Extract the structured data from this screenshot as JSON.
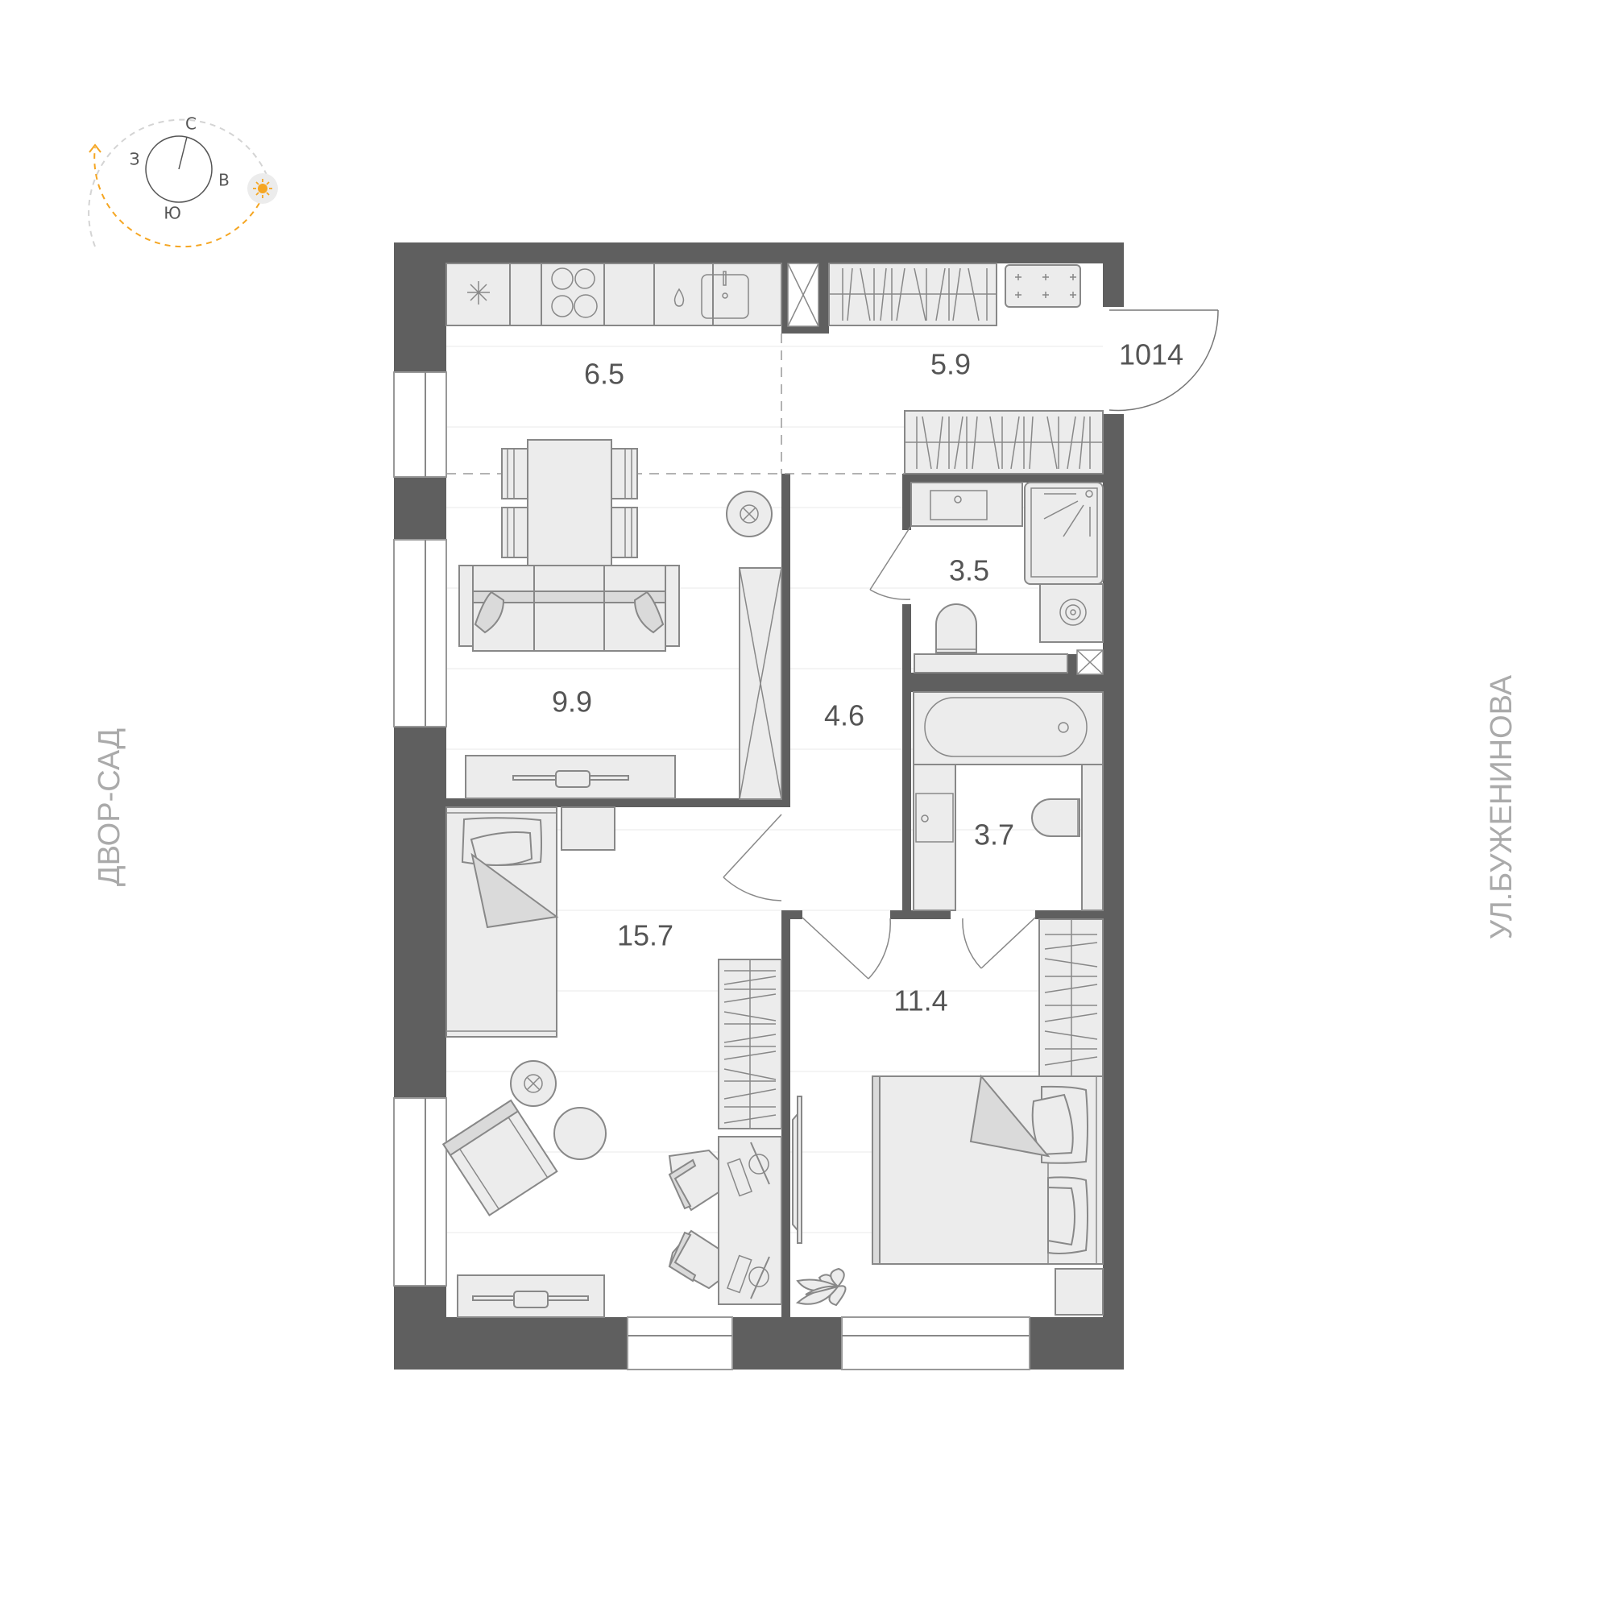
{
  "apartment": {
    "number": "1014",
    "rooms": [
      {
        "id": "kitchen",
        "area": "6.5"
      },
      {
        "id": "hall-top",
        "area": "5.9"
      },
      {
        "id": "living",
        "area": "9.9"
      },
      {
        "id": "corridor",
        "area": "4.6"
      },
      {
        "id": "bathroom-1",
        "area": "3.5"
      },
      {
        "id": "bathroom-2",
        "area": "3.7"
      },
      {
        "id": "bedroom-1",
        "area": "15.7"
      },
      {
        "id": "bedroom-2",
        "area": "11.4"
      }
    ]
  },
  "compass": {
    "north": "С",
    "south": "Ю",
    "east": "В",
    "west": "З",
    "sun_icon": "sun-icon",
    "sun_color": "#f5a623",
    "path_color": "#f5a623"
  },
  "surroundings": {
    "left": "ДВОР-САД",
    "right": "УЛ.БУЖЕНИНОВА"
  },
  "colors": {
    "wall": "#5f5f5f",
    "fixture": "#ececec",
    "label": "#555555",
    "side_label": "#aaaaaa"
  }
}
